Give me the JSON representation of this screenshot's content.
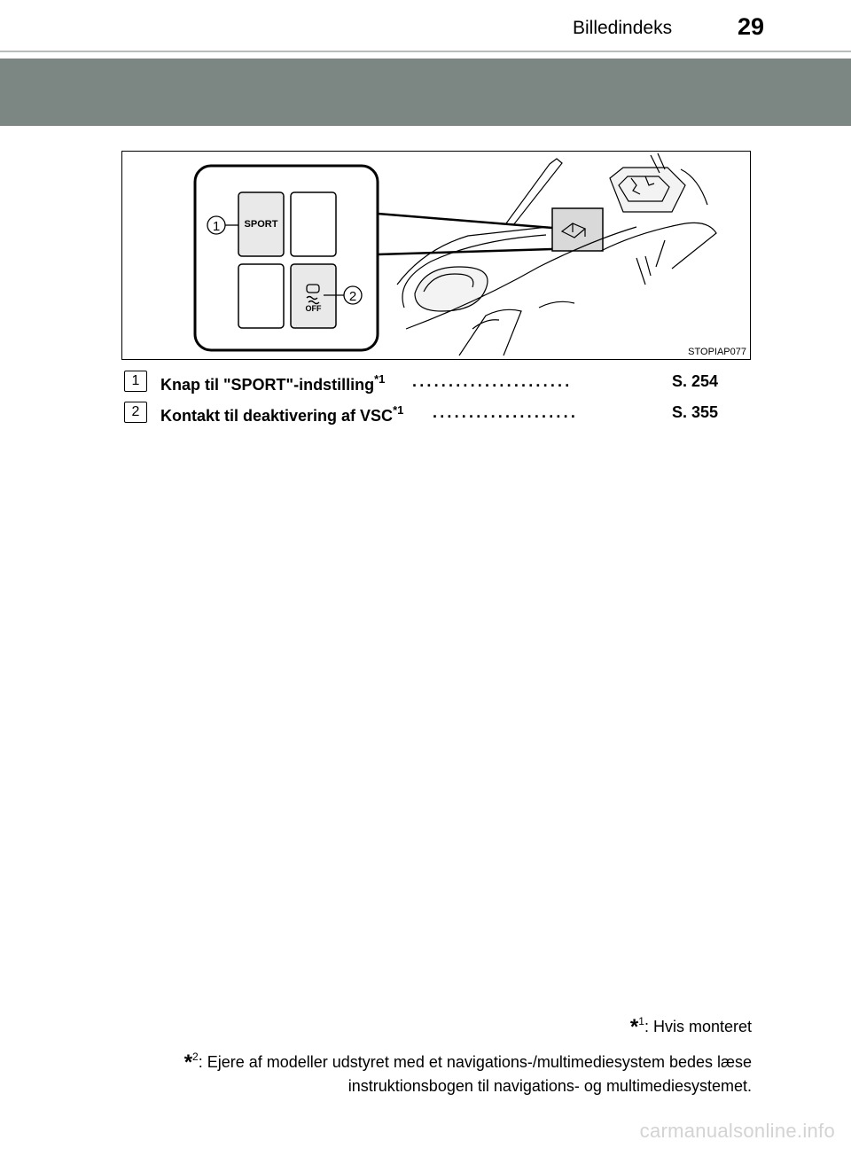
{
  "header": {
    "section_title": "Billedindeks",
    "page_number": "29"
  },
  "figure": {
    "code": "STOPIAP077",
    "callout_1": "1",
    "callout_2": "2",
    "sport_label": "SPORT",
    "off_label": "OFF"
  },
  "entries": [
    {
      "num": "1",
      "label": "Knap til \"SPORT\"-indstilling",
      "sup": "*1",
      "dots": "......................",
      "ref": "S. 254"
    },
    {
      "num": "2",
      "label": "Kontakt til deaktivering af VSC",
      "sup": "*1",
      "dots": "....................",
      "ref": "S. 355"
    }
  ],
  "footnotes": {
    "fn1_star": "*",
    "fn1_sup": "1",
    "fn1_text": ": Hvis monteret",
    "fn2_star": "*",
    "fn2_sup": "2",
    "fn2_text_line1": ": Ejere af modeller udstyret med et navigations-/multimediesystem bedes læse",
    "fn2_text_line2": "instruktionsbogen til navigations- og multimediesystemet."
  },
  "watermark": "carmanualsonline.info"
}
